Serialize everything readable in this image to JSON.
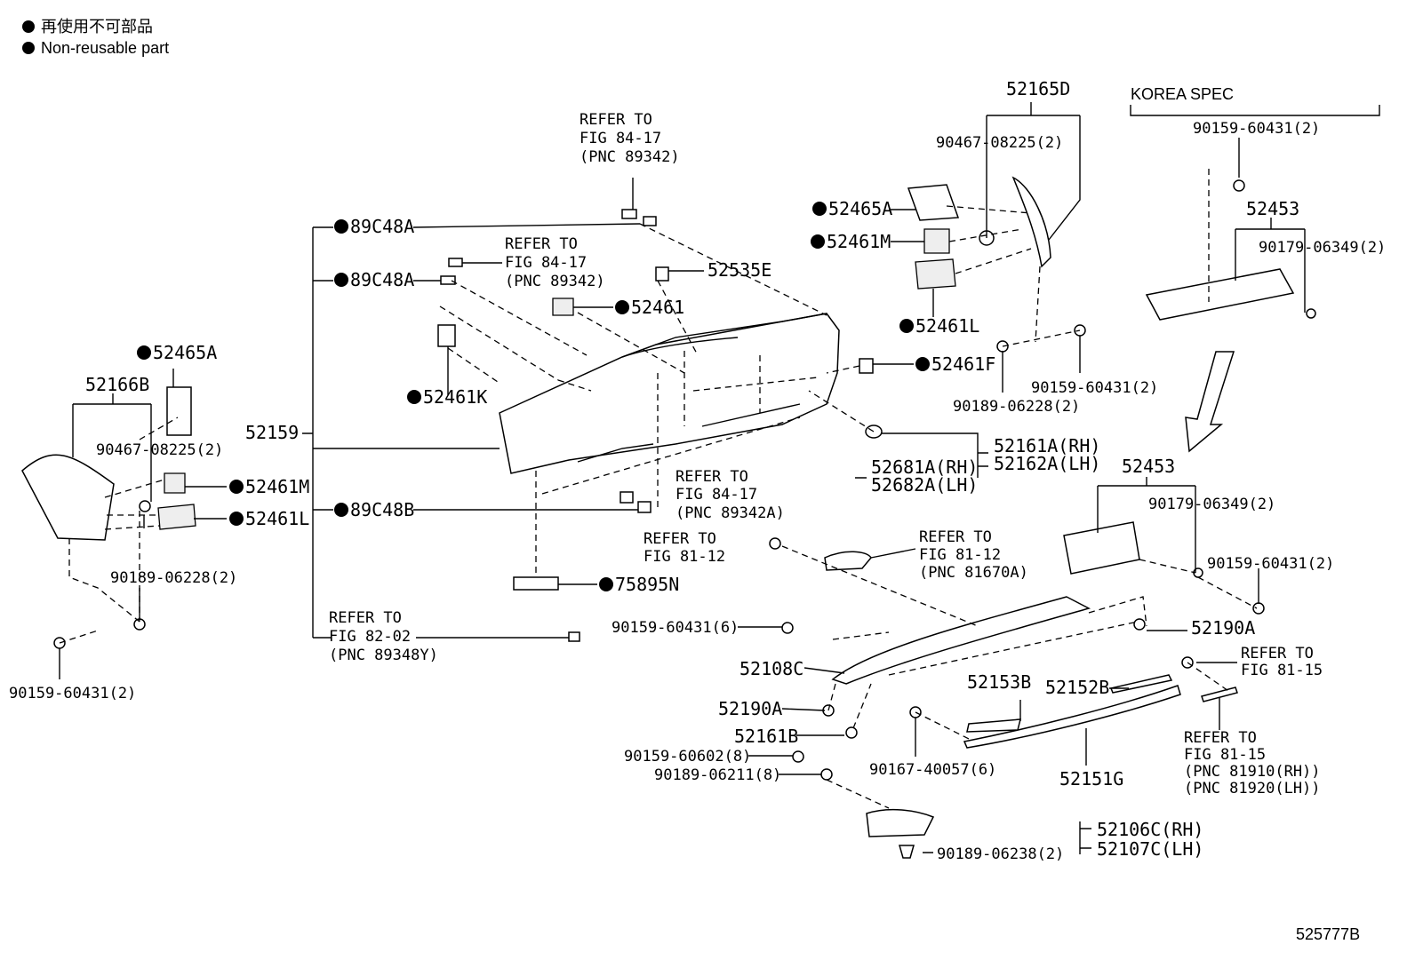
{
  "legend": {
    "line1": "再使用不可部品",
    "line2": "Non-reusable part"
  },
  "diagram_code": "525777B",
  "korea_spec": "KOREA SPEC",
  "labels": {
    "p52165D": "52165D",
    "p90467_top": "90467-08225(2)",
    "p52465A_top": "52465A",
    "p52461M_top": "52461M",
    "p52461L_top": "52461L",
    "p90159_top_r": "90159-60431(2)",
    "p52453_top": "52453",
    "p90179_top": "90179-06349(2)",
    "p52461F": "52461F",
    "p90159_mid": "90159-60431(2)",
    "p90189_mid": "90189-06228(2)",
    "p52161A": "52161A(RH)",
    "p52162A": "52162A(LH)",
    "p52681A": "52681A(RH)",
    "p52682A": "52682A(LH)",
    "p52453_low": "52453",
    "p90179_low": "90179-06349(2)",
    "p90159_low": "90159-60431(2)",
    "p52190A_r": "52190A",
    "p52159": "52159",
    "p89C48A_1": "89C48A",
    "p89C48A_2": "89C48A",
    "p89C48B": "89C48B",
    "p52535E": "52535E",
    "p52461": "52461",
    "p52461K": "52461K",
    "p75895N": "75895N",
    "p52465A_left": "52465A",
    "p52166B": "52166B",
    "p90467_left": "90467-08225(2)",
    "p52461M_left": "52461M",
    "p52461L_left": "52461L",
    "p90189_left": "90189-06228(2)",
    "p90159_left": "90159-60431(2)",
    "p90159_6": "90159-60431(6)",
    "p52108C": "52108C",
    "p52190A_l": "52190A",
    "p52161B": "52161B",
    "p90159_8": "90159-60602(8)",
    "p90189_8": "90189-06211(8)",
    "p52153B": "52153B",
    "p52152B": "52152B",
    "p90167": "90167-40057(6)",
    "p52151G": "52151G",
    "p52106C": "52106C(RH)",
    "p52107C": "52107C(LH)",
    "p90189_238": "90189-06238(2)"
  },
  "refs": {
    "r1": [
      "REFER TO",
      "FIG 84-17",
      "(PNC 89342)"
    ],
    "r2": [
      "REFER TO",
      "FIG 84-17",
      "(PNC 89342)"
    ],
    "r3": [
      "REFER TO",
      "FIG 84-17",
      "(PNC 89342A)"
    ],
    "r4": [
      "REFER TO",
      "FIG 81-12"
    ],
    "r5": [
      "REFER TO",
      "FIG 81-12",
      "(PNC 81670A)"
    ],
    "r6": [
      "REFER TO",
      "FIG 82-02",
      "(PNC 89348Y)"
    ],
    "r7": [
      "REFER TO",
      "FIG 81-15"
    ],
    "r8": [
      "REFER TO",
      "FIG 81-15",
      "(PNC 81910(RH))",
      "(PNC 81920(LH))"
    ]
  }
}
